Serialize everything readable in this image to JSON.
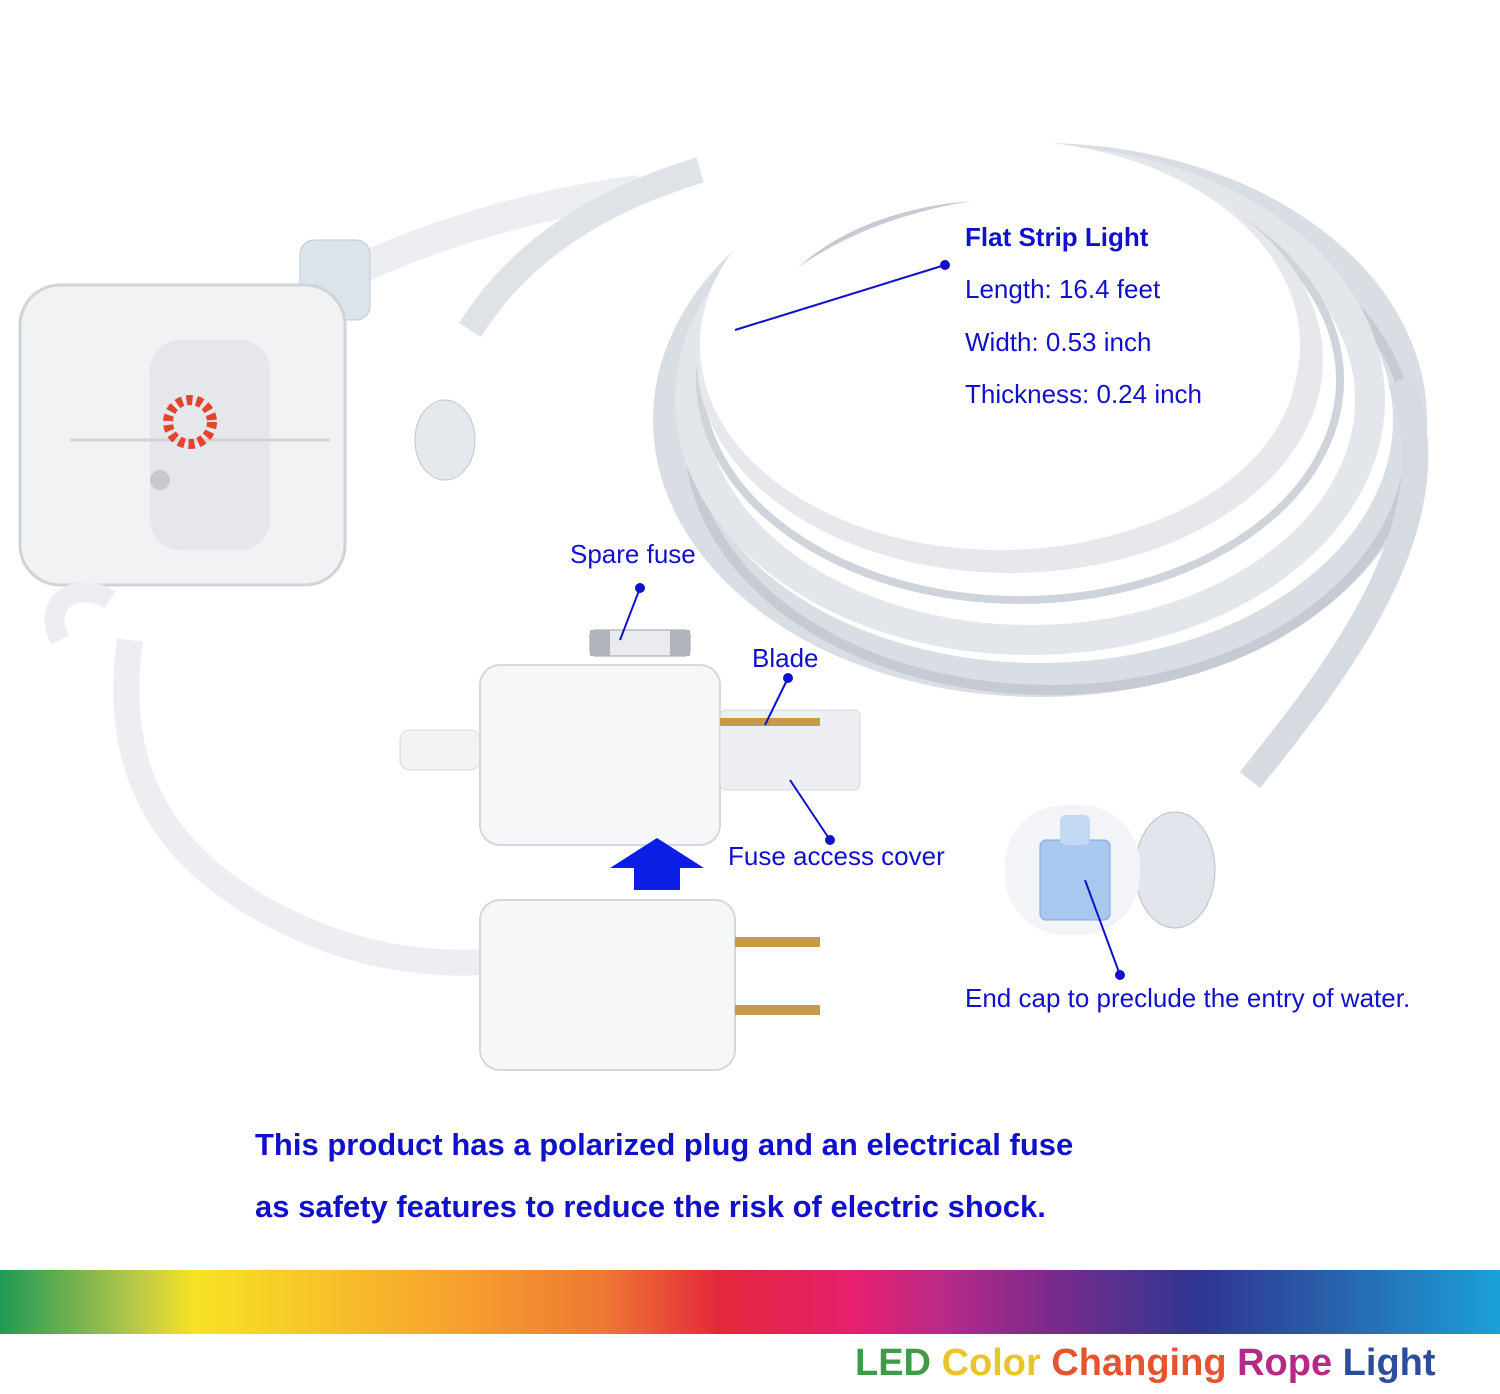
{
  "callouts": {
    "strip_title": "Flat Strip Light",
    "length": "Length: 16.4 feet",
    "width": "Width: 0.53 inch",
    "thickness": "Thickness: 0.24 inch",
    "spare_fuse": "Spare fuse",
    "blade": "Blade",
    "fuse_cover": "Fuse access cover",
    "end_cap": "End cap to preclude the entry of water."
  },
  "safety": {
    "line1": "This product has a polarized plug and an electrical fuse",
    "line2": "as safety features to reduce the risk of electric shock."
  },
  "title": {
    "words": [
      "LED",
      "Color",
      "Changing",
      "Rope",
      "Light"
    ],
    "word_colors": [
      "#3f9a4a",
      "#e8c62a",
      "#e5532f",
      "#b62a86",
      "#2e4c9c"
    ]
  },
  "colors": {
    "label": "#1111cc",
    "arrow": "#0a1ee6"
  },
  "icons": [
    "color-wheel-icon",
    "motion-sensor-icon",
    "up-arrow-icon"
  ]
}
